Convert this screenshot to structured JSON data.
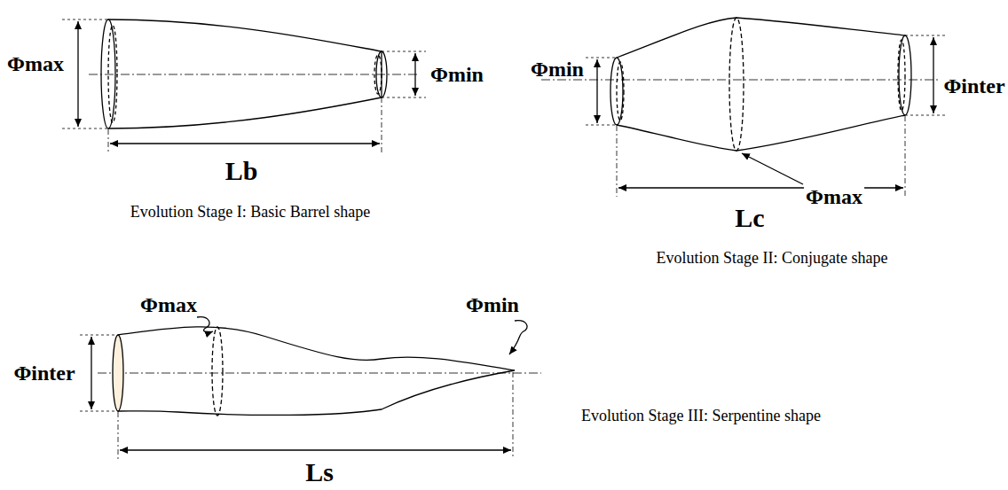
{
  "diagram": {
    "labels": [
      "Φmax",
      "Φmin",
      "Lb",
      "Evolution Stage I: Basic Barrel shape",
      "Φmin",
      "Φinter",
      "Φmax",
      "Lc",
      "Evolution Stage II: Conjugate shape",
      "Φmax",
      "Φmin",
      "Φinter",
      "Ls",
      "Evolution Stage III: Serpentine shape"
    ]
  }
}
